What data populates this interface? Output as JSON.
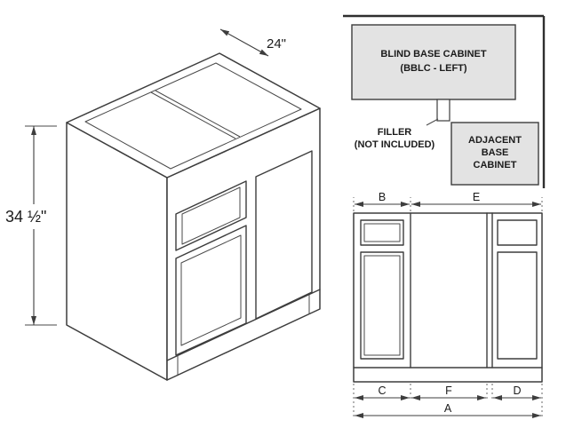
{
  "colors": {
    "line": "#3d3d3d",
    "cabinet_fill": "#e3e3e3",
    "background": "#ffffff"
  },
  "isometric": {
    "depth_dim": "24\"",
    "height_dim": "34 ½\""
  },
  "plan": {
    "blind_cabinet_line1": "BLIND BASE CABINET",
    "blind_cabinet_line2": "(BBLC - LEFT)",
    "filler_line1": "FILLER",
    "filler_line2": "(NOT INCLUDED)",
    "adjacent_line1": "ADJACENT",
    "adjacent_line2": "BASE",
    "adjacent_line3": "CABINET"
  },
  "elevation": {
    "dim_b": "B",
    "dim_e": "E",
    "dim_c": "C",
    "dim_f": "F",
    "dim_d": "D",
    "dim_a": "A"
  }
}
